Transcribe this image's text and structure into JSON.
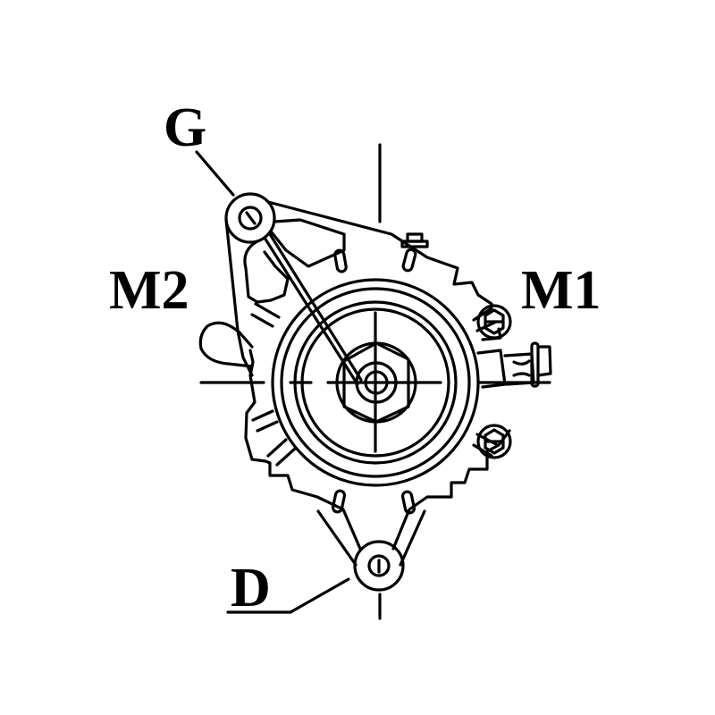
{
  "diagram": {
    "subject": "alternator front view",
    "colors": {
      "background": "#ffffff",
      "line": "#000000"
    },
    "labels": {
      "g": "G",
      "m2": "M2",
      "m1": "M1",
      "d": "D"
    },
    "components": [
      {
        "name": "pulley",
        "type": "concentric-circles"
      },
      {
        "name": "hex-nut",
        "type": "hexagon"
      },
      {
        "name": "mount-G",
        "type": "ear-with-screw"
      },
      {
        "name": "mount-D",
        "type": "ear-with-screw"
      },
      {
        "name": "terminal-M1",
        "type": "connector"
      },
      {
        "name": "terminal-M2",
        "type": "hook-bracket"
      }
    ]
  }
}
